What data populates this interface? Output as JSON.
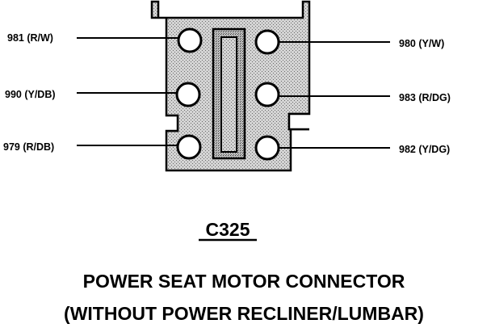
{
  "connector": {
    "id": "C325",
    "caption_line1": "POWER SEAT MOTOR CONNECTOR",
    "caption_line2": "(WITHOUT POWER RECLINER/LUMBAR)"
  },
  "pins": {
    "left_top": "981 (R/W)",
    "left_middle": "990 (Y/DB)",
    "left_bottom": "979 (R/DB)",
    "right_top": "980 (Y/W)",
    "right_middle": "983 (R/DG)",
    "right_bottom": "982 (Y/DG)"
  },
  "colors": {
    "body_fill": "#cfcfcf",
    "ink": "#000000"
  }
}
